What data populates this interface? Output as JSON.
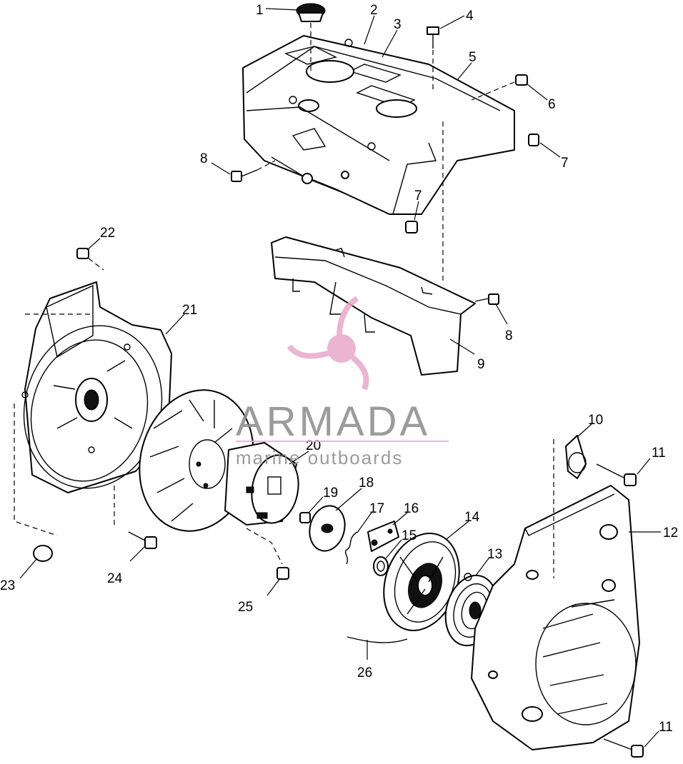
{
  "diagram": {
    "callouts": [
      "1",
      "2",
      "3",
      "4",
      "5",
      "6",
      "7",
      "7",
      "8",
      "8",
      "9",
      "10",
      "11",
      "11",
      "12",
      "13",
      "14",
      "15",
      "16",
      "17",
      "18",
      "19",
      "20",
      "21",
      "22",
      "23",
      "24",
      "25",
      "26"
    ]
  },
  "watermark": {
    "brand": "ARMADA",
    "tagline": "marine outboards",
    "logo_color": "#e8a8cc",
    "text_color": "#8a8a8a"
  }
}
